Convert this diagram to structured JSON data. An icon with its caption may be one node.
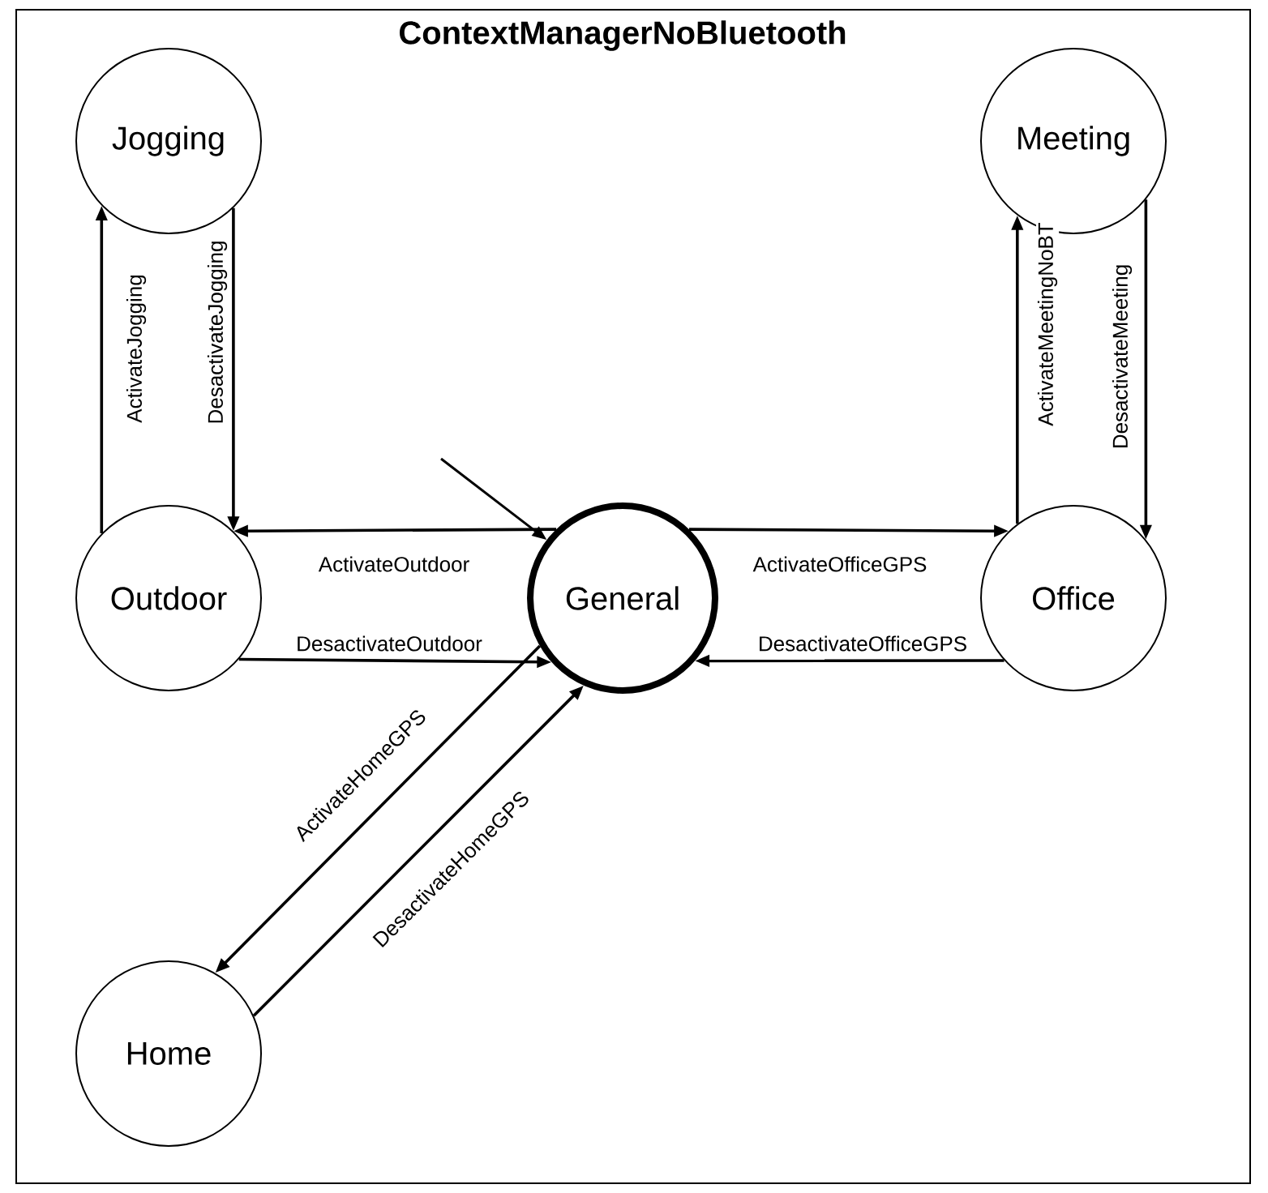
{
  "diagram": {
    "title": "ContextManagerNoBluetooth",
    "nodes": [
      {
        "text": [
          "Jogging"
        ]
      },
      {
        "text": [
          "Meeting"
        ]
      },
      {
        "text": [
          "Outdoor"
        ]
      },
      {
        "text": [
          "General"
        ]
      },
      {
        "text": [
          "Office"
        ]
      },
      {
        "text": [
          "Home"
        ]
      }
    ],
    "edges": [
      {
        "from": null,
        "to": 3,
        "arrow": "to"
      },
      {
        "from": 2,
        "to": 0,
        "arrow": "to",
        "label": "ActivateJogging"
      },
      {
        "from": 0,
        "to": 2,
        "arrow": "to",
        "label": "DesactivateJogging"
      },
      {
        "from": 3,
        "to": 2,
        "arrow": "to",
        "label": "ActivateOutdoor"
      },
      {
        "from": 2,
        "to": 3,
        "arrow": "to",
        "label": "DesactivateOutdoor"
      },
      {
        "from": 3,
        "to": 4,
        "arrow": "to",
        "label": "ActivateOfficeGPS"
      },
      {
        "from": 4,
        "to": 3,
        "arrow": "to",
        "label": "DesactivateOfficeGPS"
      },
      {
        "from": 4,
        "to": 1,
        "arrow": "to",
        "label": "ActivateMeetingNoBT"
      },
      {
        "from": 1,
        "to": 4,
        "arrow": "to",
        "label": "DesactivateMeeting"
      },
      {
        "from": 3,
        "to": 5,
        "arrow": "to",
        "label": "ActivateHomeGPS"
      },
      {
        "from": 5,
        "to": 3,
        "arrow": "to",
        "label": "DesactivateHomeGPS"
      }
    ]
  }
}
